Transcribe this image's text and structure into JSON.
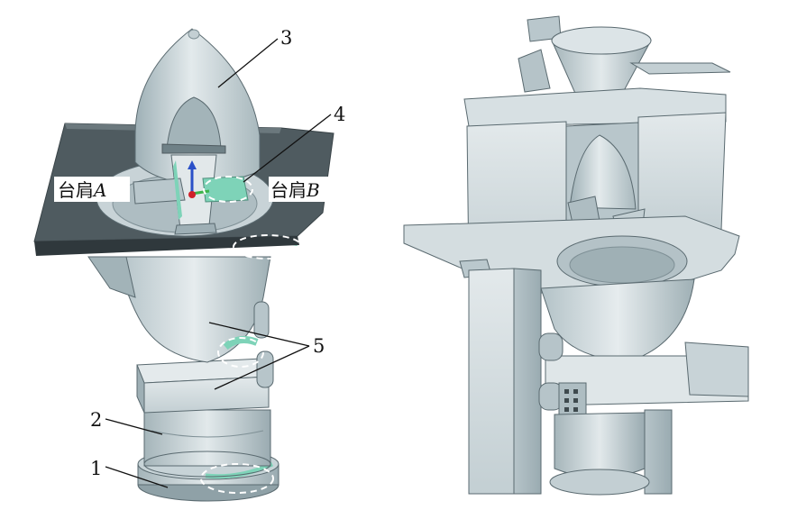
{
  "callouts": [
    {
      "id": "1",
      "text": "1"
    },
    {
      "id": "2",
      "text": "2"
    },
    {
      "id": "3",
      "text": "3"
    },
    {
      "id": "4",
      "text": "4"
    },
    {
      "id": "5",
      "text": "5"
    }
  ],
  "shoulders": {
    "a_prefix": "台肩",
    "a_letter": "A",
    "b_prefix": "台肩",
    "b_letter": "B"
  },
  "colors": {
    "metal_light": "#d9e2e5",
    "metal_mid": "#b9c7cc",
    "metal_dark": "#8fa1a7",
    "metal_shadow": "#6f8187",
    "plate_dark": "#4f5b60",
    "highlight_green": "#7ed3b8",
    "outline": "#5a6a70"
  }
}
